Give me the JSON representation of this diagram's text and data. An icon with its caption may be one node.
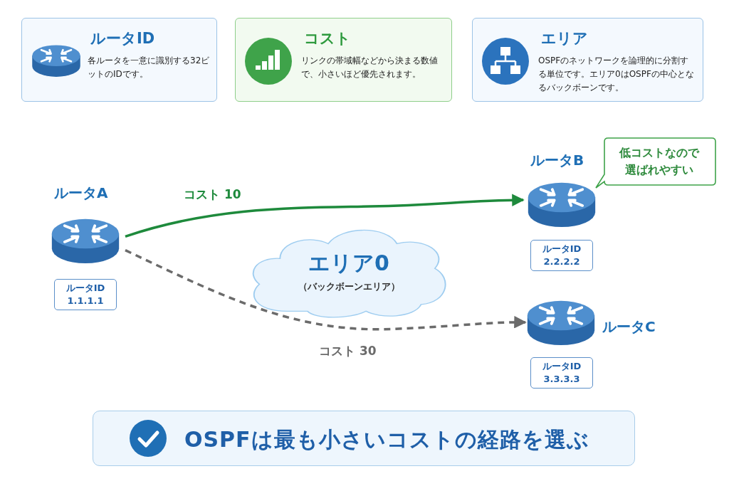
{
  "diagram": {
    "nodes": [
      {
        "text": [
          "ルータID",
          "各ルータを一意に識別する32ビットのIDです。"
        ]
      },
      {
        "text": [
          "コスト",
          "リンクの帯域幅などから決まる数値で、小さいほど優先されます。"
        ]
      },
      {
        "text": [
          "エリア",
          "OSPFのネットワークを論理的に分割する単位です。エリア0はOSPFの中心となるバックボーンです。"
        ]
      },
      {
        "text": [
          "エリア0",
          "（バックボーンエリア）"
        ]
      },
      {
        "text": [
          "ルータA"
        ]
      },
      {
        "text": [
          "ルータID 1.1.1.1"
        ]
      },
      {
        "text": [
          "ルータB"
        ]
      },
      {
        "text": [
          "ルータID 2.2.2.2"
        ]
      },
      {
        "text": [
          "ルータC"
        ]
      },
      {
        "text": [
          "ルータID 3.3.3.3"
        ]
      },
      {
        "text": [
          "低コストなので選ばれやすい"
        ]
      },
      {
        "text": [
          "OSPFは最も小さいコストの経路を選ぶ"
        ]
      }
    ],
    "edges": [
      {
        "from": 4,
        "to": 6,
        "arrow": "to",
        "label": "コスト 10",
        "color": "#1e8a3c"
      },
      {
        "from": 4,
        "to": 8,
        "arrow": "to",
        "label": "コスト 30",
        "style": "dashed",
        "color": "#6b6b6b"
      }
    ]
  }
}
